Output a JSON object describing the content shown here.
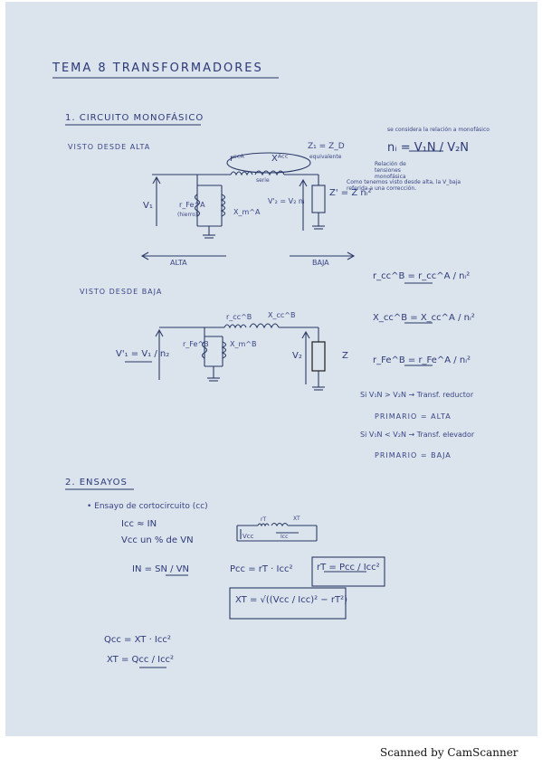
{
  "title": "TEMA 8  TRANSFORMADORES",
  "section1": {
    "heading": "1. CIRCUITO MONOFÁSICO",
    "view_high": "VISTO DESDE ALTA",
    "view_low": "VISTO DESDE BAJA",
    "labels_high": {
      "rcc": "rᶜᶜᴬ",
      "xcc": "Xᴬᶜᶜ",
      "zeq": "Z₁ = Z_D",
      "zeq_note": "equivalente",
      "serie_note": "serie",
      "rfe": "r_Fe^A",
      "rfe_note": "(hierro)",
      "xm": "X_m^A",
      "v1": "V₁",
      "v2": "V'₂ = V₂ nᵢ",
      "z": "Z' = Z nᵢ²",
      "alta": "ALTA",
      "baja": "BAJA"
    },
    "ratio_note_top": "se considera la relación a monofásico",
    "ratio": "nᵢ = V₁N / V₂N",
    "ratio_note": "Relación de tensiones monofásica",
    "ratio_note2": "Como tenemos visto desde alta, la V_baja referida a una corrección.",
    "labels_low": {
      "v1": "V'₁ = V₁ / n₂",
      "rcc": "r_cc^B",
      "xcc": "X_cc^B",
      "rfe": "r_Fe^B",
      "xm": "X_m^B",
      "v2": "V₂",
      "z": "Z"
    },
    "formulas": [
      "r_cc^B = r_cc^A / nᵢ²",
      "X_cc^B = X_cc^A / nᵢ²",
      "r_Fe^B = r_Fe^A / nᵢ²"
    ],
    "cases": [
      "Si V₁N > V₂N → Transf. reductor",
      "PRIMARIO = ALTA",
      "Si V₁N < V₂N → Transf. elevador",
      "PRIMARIO = BAJA"
    ]
  },
  "section2": {
    "heading": "2. ENSAYOS",
    "subheading": "• Ensayo de cortocircuito (cc)",
    "lines": [
      "Icc ≈ IN",
      "Vcc un % de VN",
      "IN = SN / VN",
      "Pcc = rT · Icc²",
      "rT = Pcc / Icc²",
      "XT = √((Vcc / Icc)² − rT²)",
      "Qcc = XT · Icc²",
      "XT = Qcc / Icc²"
    ],
    "circuit_labels": [
      "rT",
      "XT",
      "Vcc",
      "Icc"
    ]
  },
  "footer": "Scanned by CamScanner"
}
